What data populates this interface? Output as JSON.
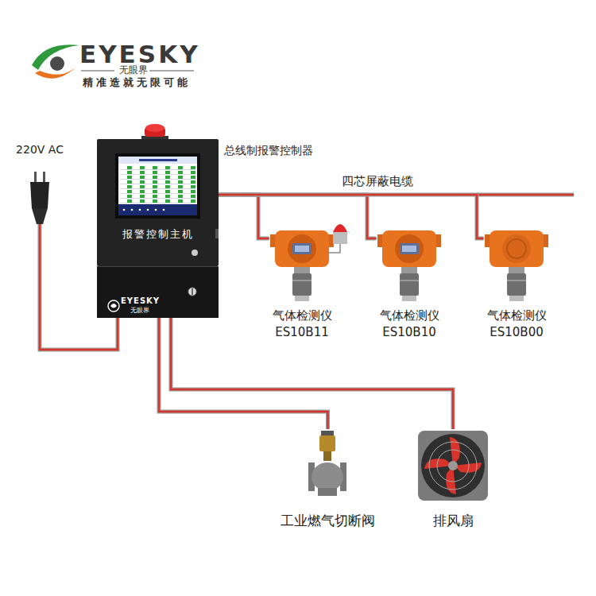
{
  "diagram": {
    "nodes": [
      {
        "text": [
          "总线制报警控制器",
          "报警控制主机",
          "EYESKY",
          "无眼界"
        ]
      },
      {
        "text": [
          "220V AC"
        ]
      },
      {
        "text": [
          "气体检测仪",
          "ES10B11"
        ]
      },
      {
        "text": [
          "气体检测仪",
          "ES10B10"
        ]
      },
      {
        "text": [
          "气体检测仪",
          "ES10B00"
        ]
      },
      {
        "text": [
          "工业燃气切断阀"
        ]
      },
      {
        "text": [
          "排风扇"
        ]
      }
    ],
    "edges": [
      {
        "from": 1,
        "to": 0,
        "arrow": "none"
      },
      {
        "from": 0,
        "to": 2,
        "arrow": "none"
      },
      {
        "from": 0,
        "to": 3,
        "arrow": "none"
      },
      {
        "from": 0,
        "to": 4,
        "arrow": "none",
        "label": "四芯屏蔽电缆"
      },
      {
        "from": 0,
        "to": 5,
        "arrow": "none"
      },
      {
        "from": 0,
        "to": 6,
        "arrow": "none"
      }
    ],
    "labels": [
      "EYESKY",
      "无眼界",
      "精准造就无限可能"
    ]
  }
}
